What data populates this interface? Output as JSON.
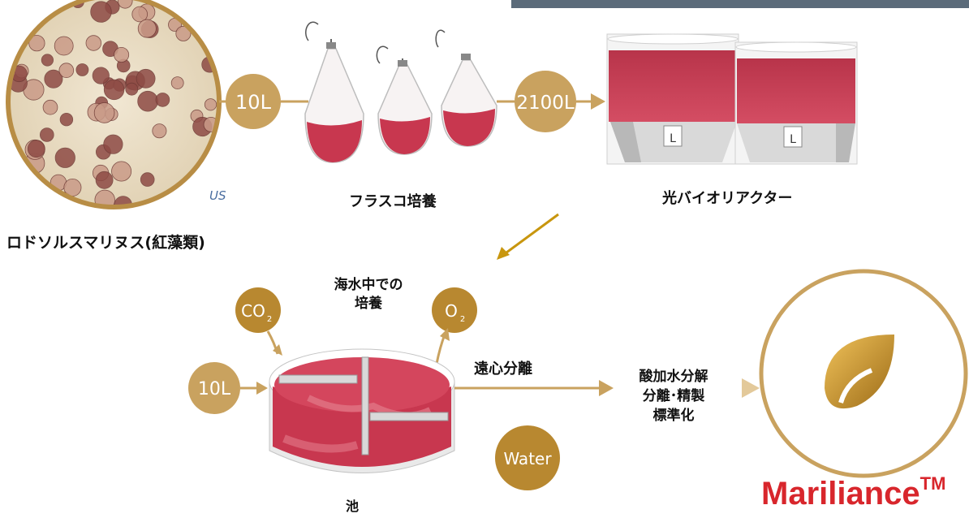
{
  "colors": {
    "gold": "#c9a25f",
    "gold_dark": "#b88830",
    "red": "#c8374f",
    "red_light": "#e27a8a",
    "brand_red": "#d8262c"
  },
  "labels": {
    "species_caption": "ロドソルスマリヌス(紅藻類)",
    "species_small": "US",
    "flask_culture": "フラスコ培養",
    "photobioreactor": "光バイオリアクター",
    "seawater_culture_line1": "海水中での",
    "seawater_culture_line2": "培養",
    "centrifuge": "遠心分離",
    "process_line1": "酸加水分解",
    "process_line2": "分離･精製",
    "process_line3": "標準化",
    "pond": "池"
  },
  "badges": {
    "volume_10l_top": "10L",
    "volume_2100l": "2100L",
    "co2_main": "CO",
    "co2_sub": "2",
    "o2_main": "O",
    "o2_sub": "2",
    "volume_10l_bottom": "10L",
    "water": "Water"
  },
  "brand": {
    "name": "Mariliance",
    "tm": "TM"
  },
  "icons": {
    "microscope_cells": "algae-cells-image",
    "flasks": "culture-flask-icon",
    "bioreactor": "photobioreactor-tank-icon",
    "pond": "pond-raceway-icon",
    "product": "drop-leaf-logo-icon"
  }
}
